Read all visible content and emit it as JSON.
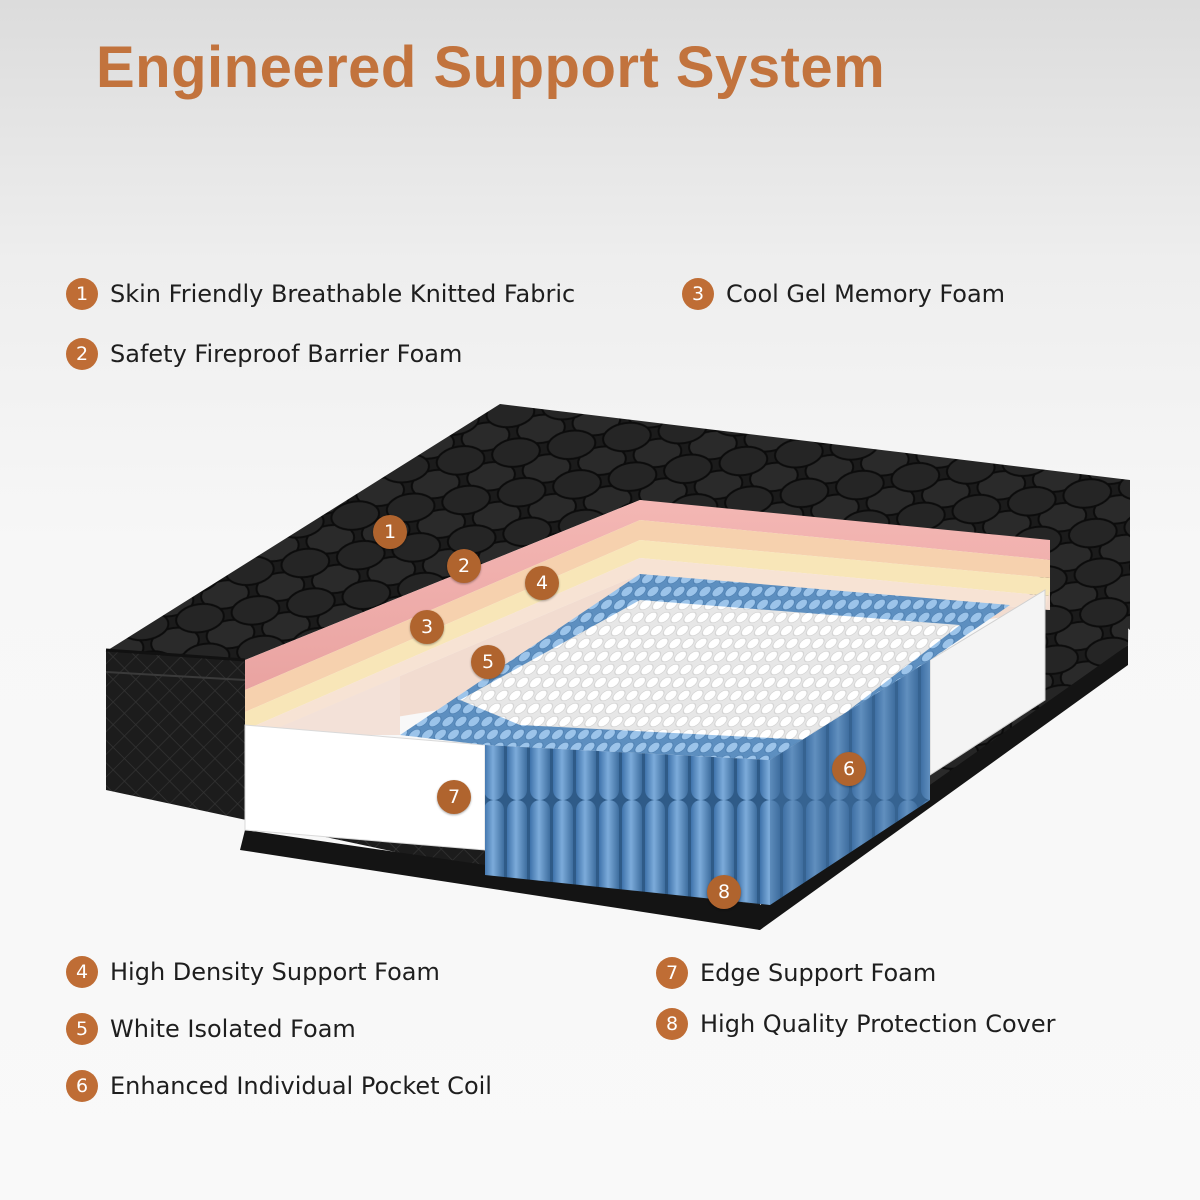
{
  "title": "Engineered Support System",
  "colors": {
    "accent": "#c2733d",
    "badge": "#bf6d35"
  },
  "legend": [
    {
      "number": "1",
      "label": "Skin Friendly Breathable Knitted Fabric"
    },
    {
      "number": "2",
      "label": "Safety Fireproof Barrier Foam"
    },
    {
      "number": "3",
      "label": "Cool Gel Memory Foam"
    },
    {
      "number": "4",
      "label": "High Density Support Foam"
    },
    {
      "number": "5",
      "label": "White Isolated Foam"
    },
    {
      "number": "6",
      "label": "Enhanced Individual Pocket Coil"
    },
    {
      "number": "7",
      "label": "Edge Support Foam"
    },
    {
      "number": "8",
      "label": "High Quality Protection Cover"
    }
  ],
  "callouts": [
    "1",
    "2",
    "3",
    "4",
    "5",
    "6",
    "7",
    "8"
  ]
}
